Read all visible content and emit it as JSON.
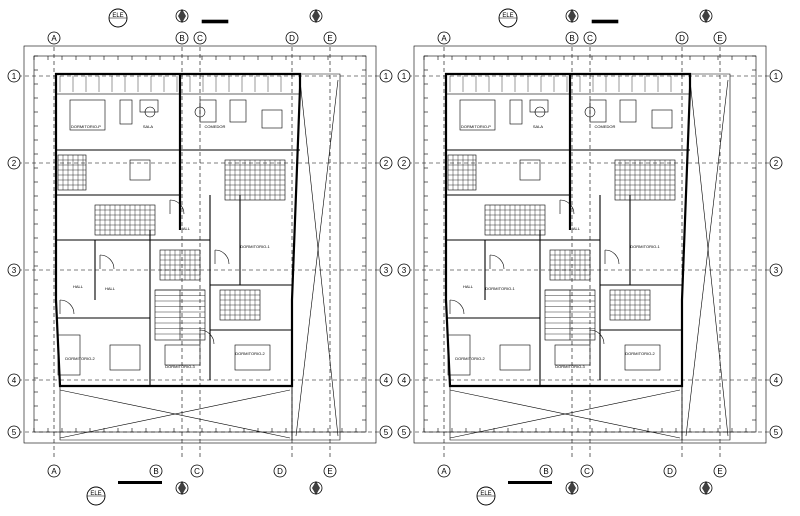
{
  "plans": [
    {
      "id": "left",
      "grid_columns": [
        "A",
        "B",
        "C",
        "D",
        "E"
      ],
      "grid_rows": [
        "1",
        "2",
        "3",
        "4",
        "5"
      ],
      "elevation_tag": "ELE",
      "rooms": [
        {
          "label": "DORMITORIO-P"
        },
        {
          "label": "SALA"
        },
        {
          "label": "COMEDOR"
        },
        {
          "label": "HALL"
        },
        {
          "label": "HALL"
        },
        {
          "label": "HALL"
        },
        {
          "label": "DORMITORIO-1"
        },
        {
          "label": "DORMITORIO-2"
        },
        {
          "label": "DORMITORIO-3"
        },
        {
          "label": "DORMITORIO-2"
        }
      ]
    },
    {
      "id": "right",
      "grid_columns": [
        "A",
        "B",
        "C",
        "D",
        "E"
      ],
      "grid_rows": [
        "1",
        "2",
        "3",
        "4",
        "5"
      ],
      "elevation_tag": "ELE",
      "rooms": [
        {
          "label": "DORMITORIO-P"
        },
        {
          "label": "SALA"
        },
        {
          "label": "COMEDOR"
        },
        {
          "label": "HALL"
        },
        {
          "label": "HALL"
        },
        {
          "label": "DORMITORIO-1"
        },
        {
          "label": "DORMITORIO-1"
        },
        {
          "label": "DORMITORIO-2"
        },
        {
          "label": "DORMITORIO-3"
        },
        {
          "label": "DORMITORIO-2"
        }
      ]
    }
  ]
}
